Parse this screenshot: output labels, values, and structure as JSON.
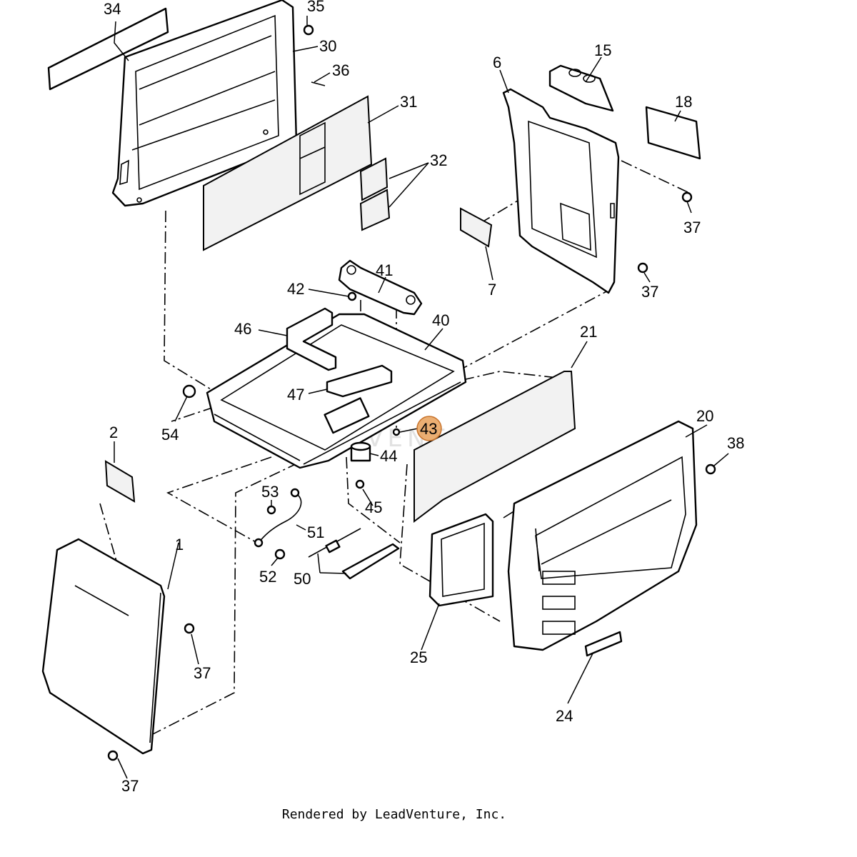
{
  "diagram": {
    "callouts": [
      "34",
      "35",
      "30",
      "36",
      "31",
      "32",
      "15",
      "6",
      "18",
      "37",
      "7",
      "41",
      "42",
      "40",
      "46",
      "21",
      "47",
      "54",
      "43",
      "44",
      "20",
      "38",
      "2",
      "53",
      "45",
      "51",
      "52",
      "50",
      "1",
      "25",
      "24"
    ],
    "callout_37_count": 4,
    "highlighted_part": "43",
    "highlight_color": "#e8a15a",
    "watermark_text": "LEADVENTURE"
  },
  "footer": {
    "credit": "Rendered by LeadVenture, Inc."
  }
}
